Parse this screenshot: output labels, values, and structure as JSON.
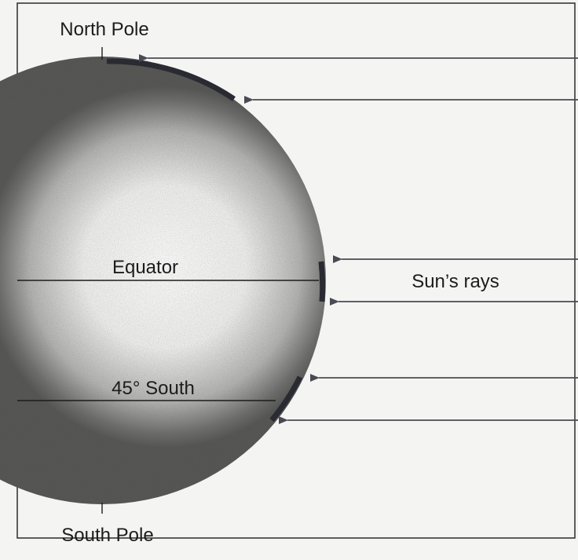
{
  "labels": {
    "north_pole": "North Pole",
    "equator": "Equator",
    "suns_rays": "Sun’s rays",
    "latitude_45_south": "45° South",
    "south_pole": "South Pole"
  },
  "colors": {
    "background": "#f4f4f2",
    "ink": "#1c1c1c",
    "arc": "#2a2a33",
    "arrow": "#4a4a55"
  }
}
